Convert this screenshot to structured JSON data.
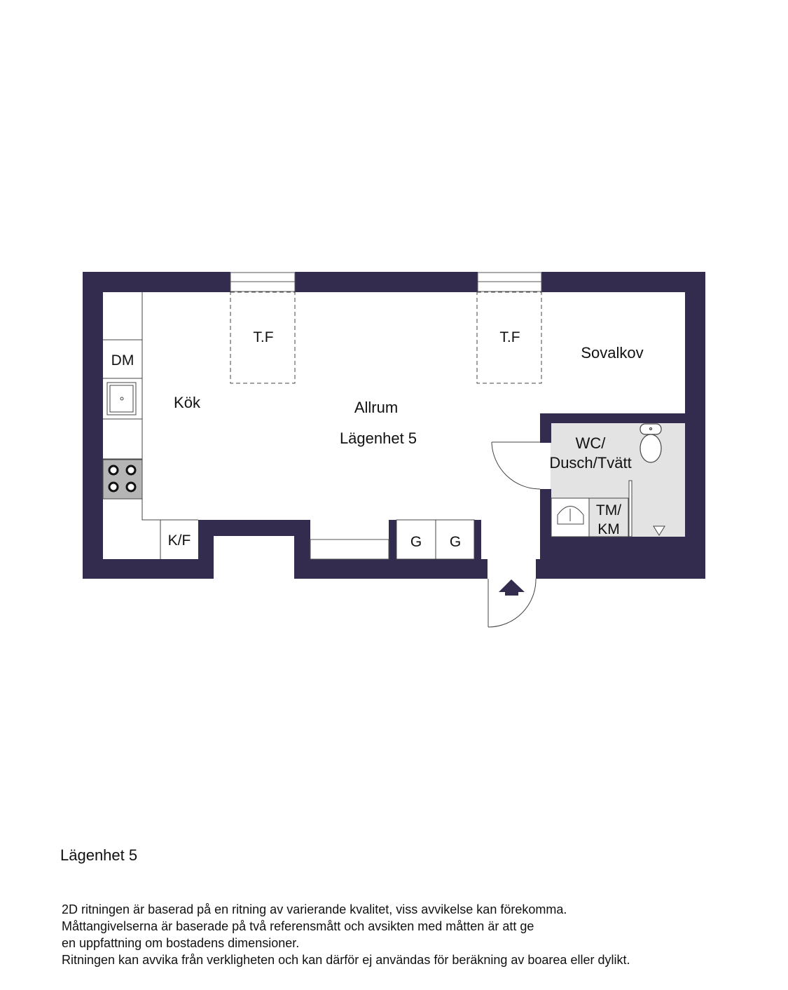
{
  "rooms": {
    "kitchen": "Kök",
    "living": "Allrum",
    "apartment": "Lägenhet 5",
    "alcove": "Sovalkov",
    "bathroom_line1": "WC/",
    "bathroom_line2": "Dusch/Tvätt"
  },
  "fixtures": {
    "dishwasher": "DM",
    "fridge_freezer": "K/F",
    "wardrobe_1": "G",
    "wardrobe_2": "G",
    "window_1": "T.F",
    "window_2": "T.F",
    "washer_line1": "TM/",
    "washer_line2": "KM"
  },
  "colors": {
    "wall": "#332c4f",
    "bathroom_floor": "#e3e3e3",
    "stove": "#b5b5b5"
  },
  "caption": "Lägenhet 5",
  "disclaimer": [
    "2D ritningen är baserad på en ritning av varierande kvalitet, viss avvikelse kan förekomma.",
    "Måttangivelserna är baserade på två referensmått och avsikten med måtten är att ge",
    "en uppfattning om bostadens dimensioner.",
    "Ritningen kan avvika från verkligheten och kan därför ej användas för beräkning av boarea eller dylikt."
  ]
}
